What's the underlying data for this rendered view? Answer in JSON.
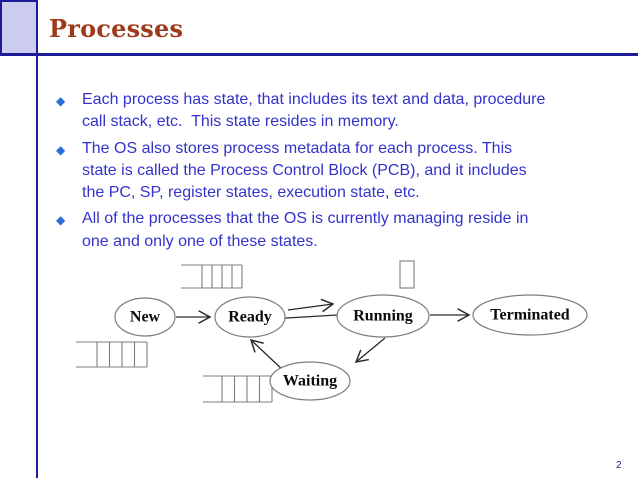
{
  "slide": {
    "title": "Processes",
    "page_number": "2"
  },
  "bullets": [
    {
      "lines": [
        "Each process has state, that includes its text and data, procedure",
        "call stack, etc.  This state resides in memory."
      ]
    },
    {
      "lines": [
        "The OS also stores process metadata for each process. This",
        "state is called the Process Control Block (PCB), and it includes",
        "the PC, SP, register states, execution state, etc."
      ]
    },
    {
      "lines": [
        "All of the processes that the OS is currently managing reside in",
        "one and only one of these states."
      ]
    }
  ],
  "diagram": {
    "nodes": [
      {
        "label": "New"
      },
      {
        "label": "Ready"
      },
      {
        "label": "Running"
      },
      {
        "label": "Terminated"
      },
      {
        "label": "Waiting"
      }
    ],
    "transitions": [
      "New->Ready",
      "Ready->Running",
      "Running->Ready",
      "Running->Terminated",
      "Running->Waiting",
      "Waiting->Ready"
    ]
  },
  "colors": {
    "navy": "#1c1c99",
    "lavender": "#ccccee",
    "brown": "#9e3a1c",
    "blue": "#3333cc",
    "bullet_blue": "#2a6fd6"
  }
}
